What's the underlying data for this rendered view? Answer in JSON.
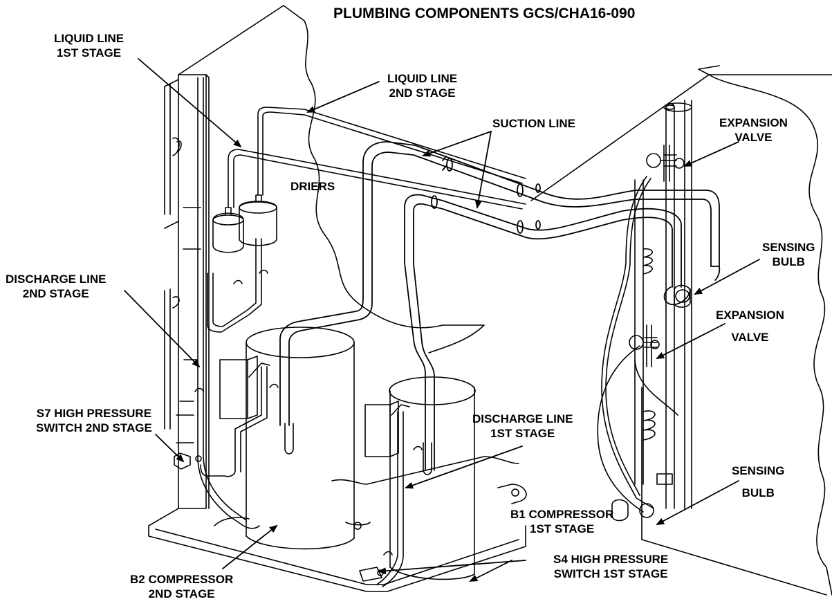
{
  "title": "PLUMBING COMPONENTS GCS/CHA16-090",
  "labels": {
    "liquid_line_1st": [
      "LIQUID LINE",
      "1ST STAGE"
    ],
    "liquid_line_2nd": [
      "LIQUID LINE",
      "2ND STAGE"
    ],
    "suction_line": "SUCTION LINE",
    "driers": "DRIERS",
    "expansion_valve_upper": [
      "EXPANSION",
      "VALVE"
    ],
    "sensing_bulb_upper": [
      "SENSING",
      "BULB"
    ],
    "expansion_valve_lower": [
      "EXPANSION",
      "VALVE"
    ],
    "sensing_bulb_lower": [
      "SENSING",
      "BULB"
    ],
    "discharge_line_2nd": [
      "DISCHARGE LINE",
      "2ND STAGE"
    ],
    "s7_switch": [
      "S7 HIGH PRESSURE",
      "SWITCH 2ND STAGE"
    ],
    "discharge_line_1st": [
      "DISCHARGE LINE",
      "1ST STAGE"
    ],
    "b1_compressor": [
      "B1 COMPRESSOR",
      "1ST STAGE"
    ],
    "s4_switch": [
      "S4 HIGH PRESSURE",
      "SWITCH 1ST STAGE"
    ],
    "b2_compressor": [
      "B2 COMPRESSOR",
      "2ND STAGE"
    ]
  },
  "colors": {
    "ink": "#000000",
    "paper": "#ffffff"
  }
}
